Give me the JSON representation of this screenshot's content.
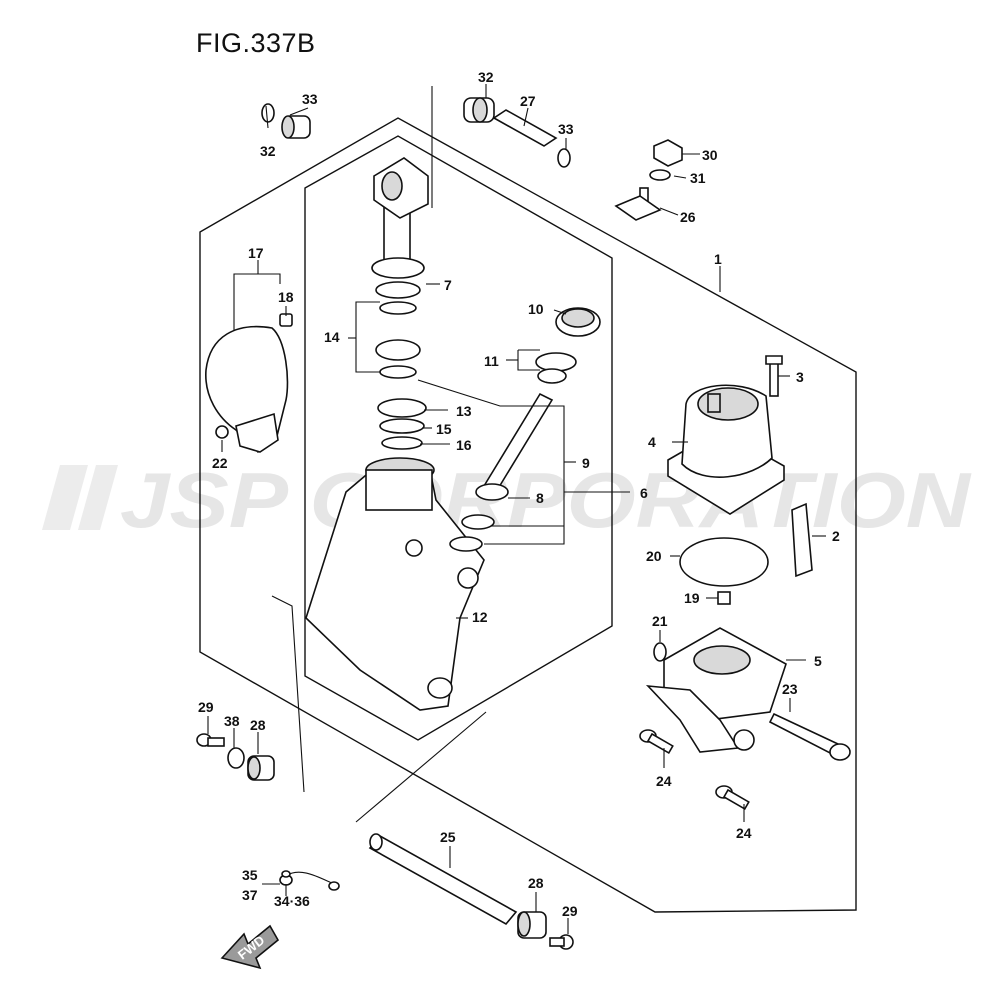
{
  "figure": {
    "title": "FIG.337B"
  },
  "watermark": {
    "text": "JSP CORPORATION",
    "color": "#e6e6e6"
  },
  "badge": {
    "label": "FWD"
  },
  "callouts": [
    {
      "id": "c32a",
      "label": "32"
    },
    {
      "id": "c33a",
      "label": "33"
    },
    {
      "id": "c32b",
      "label": "32"
    },
    {
      "id": "c27",
      "label": "27"
    },
    {
      "id": "c33b",
      "label": "33"
    },
    {
      "id": "c30",
      "label": "30"
    },
    {
      "id": "c31",
      "label": "31"
    },
    {
      "id": "c26",
      "label": "26"
    },
    {
      "id": "c1",
      "label": "1"
    },
    {
      "id": "c17",
      "label": "17"
    },
    {
      "id": "c18",
      "label": "18"
    },
    {
      "id": "c7",
      "label": "7"
    },
    {
      "id": "c14",
      "label": "14"
    },
    {
      "id": "c10",
      "label": "10"
    },
    {
      "id": "c11",
      "label": "11"
    },
    {
      "id": "c3",
      "label": "3"
    },
    {
      "id": "c13",
      "label": "13"
    },
    {
      "id": "c15",
      "label": "15"
    },
    {
      "id": "c16",
      "label": "16"
    },
    {
      "id": "c9",
      "label": "9"
    },
    {
      "id": "c4",
      "label": "4"
    },
    {
      "id": "c22",
      "label": "22"
    },
    {
      "id": "c8",
      "label": "8"
    },
    {
      "id": "c6",
      "label": "6"
    },
    {
      "id": "c2",
      "label": "2"
    },
    {
      "id": "c20",
      "label": "20"
    },
    {
      "id": "c19",
      "label": "19"
    },
    {
      "id": "c12",
      "label": "12"
    },
    {
      "id": "c21",
      "label": "21"
    },
    {
      "id": "c5",
      "label": "5"
    },
    {
      "id": "c23",
      "label": "23"
    },
    {
      "id": "c29a",
      "label": "29"
    },
    {
      "id": "c38",
      "label": "38"
    },
    {
      "id": "c28a",
      "label": "28"
    },
    {
      "id": "c24a",
      "label": "24"
    },
    {
      "id": "c24b",
      "label": "24"
    },
    {
      "id": "c25",
      "label": "25"
    },
    {
      "id": "c35",
      "label": "35"
    },
    {
      "id": "c37",
      "label": "37"
    },
    {
      "id": "c3436",
      "label": "34·36"
    },
    {
      "id": "c28b",
      "label": "28"
    },
    {
      "id": "c29b",
      "label": "29"
    }
  ]
}
